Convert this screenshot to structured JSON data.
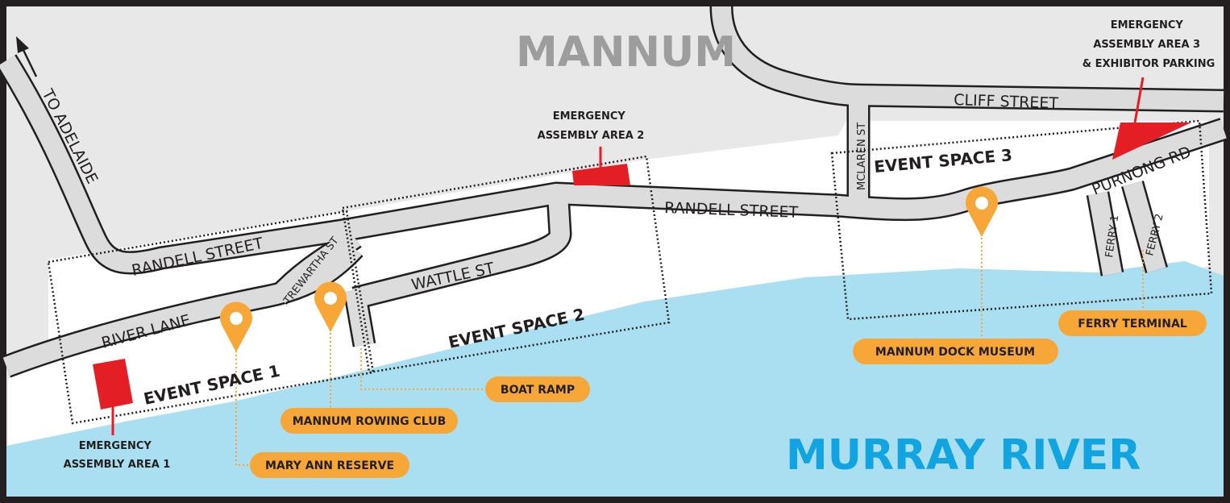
{
  "map": {
    "town_label": "MANNUM",
    "river_label": "MURRAY RIVER",
    "direction_label": "TO ADELAIDE",
    "colors": {
      "land": "#e8e8e8",
      "road": "#dcdcdc",
      "event_space": "#ffffff",
      "water": "#a9dff0",
      "assembly_area": "#e31e24",
      "marker": "#f7a738",
      "river_label": "#11a4e0",
      "town_label": "#9d9d9d",
      "frame": "#231f20"
    },
    "streets": {
      "randell_west": "RANDELL STREET",
      "randell_east": "RANDELL STREET",
      "river_lane": "RIVER LANE",
      "wattle": "WATTLE ST",
      "trewartha": "TREWARTHA ST",
      "mclaren": "MCLAREN ST",
      "cliff": "CLIFF STREET",
      "purnong": "PURNONG RD",
      "ferry1": "FERRY 1",
      "ferry2": "FERRY 2"
    },
    "event_spaces": {
      "space1": "EVENT SPACE 1",
      "space2": "EVENT SPACE 2",
      "space3": "EVENT SPACE 3"
    },
    "assembly_areas": {
      "area1": [
        "EMERGENCY",
        "ASSEMBLY AREA 1"
      ],
      "area2": [
        "EMERGENCY",
        "ASSEMBLY AREA 2"
      ],
      "area3": [
        "EMERGENCY",
        "ASSEMBLY AREA 3",
        "& EXHIBITOR PARKING"
      ]
    },
    "places": {
      "mary_ann": "MARY ANN RESERVE",
      "rowing_club": "MANNUM ROWING CLUB",
      "boat_ramp": "BOAT RAMP",
      "dock_museum": "MANNUM DOCK MUSEUM",
      "ferry_terminal": "FERRY  TERMINAL"
    }
  }
}
